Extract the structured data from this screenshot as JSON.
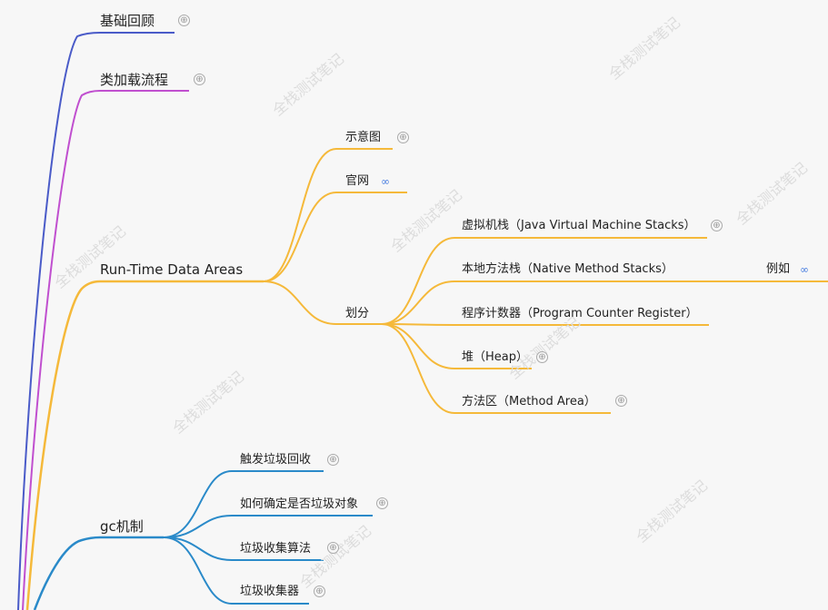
{
  "colors": {
    "blue_dark": "#4a5bc8",
    "purple": "#c04fcf",
    "orange": "#f5b93a",
    "blue": "#2a8ac9",
    "link": "#4a7fe0"
  },
  "watermark": "全栈测试笔记",
  "nodes": {
    "basics": "基础回顾",
    "classload": "类加载流程",
    "runtime": "Run-Time Data Areas",
    "diagram": "示意图",
    "official": "官网",
    "divide": "划分",
    "jvm_stacks": "虚拟机栈（Java Virtual Machine Stacks）",
    "native_stacks": "本地方法栈（Native Method Stacks）",
    "example": "例如",
    "pc": "程序计数器（Program Counter Register）",
    "heap": "堆（Heap）",
    "method_area": "方法区（Method Area）",
    "gc": "gc机制",
    "gc_trigger": "触发垃圾回收",
    "gc_determine": "如何确定是否垃圾对象",
    "gc_algo": "垃圾收集算法",
    "gc_collector": "垃圾收集器"
  },
  "icons": {
    "expand": "⊕",
    "link": "∞"
  }
}
